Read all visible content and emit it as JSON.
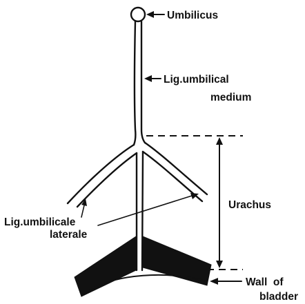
{
  "labels": {
    "umbilicus": "Umbilicus",
    "lig_umbilical_medium_line1": "Lig.umbilical",
    "lig_umbilical_medium_line2": "medium",
    "urachus": "Urachus",
    "lig_umbilicale_laterale_line1": "Lig.umbilicale",
    "lig_umbilicale_laterale_line2": "laterale",
    "wall_of_bladder_line1": "Wall  of",
    "wall_of_bladder_line2": "bladder"
  },
  "colors": {
    "ink": "#111111",
    "background": "#ffffff"
  }
}
